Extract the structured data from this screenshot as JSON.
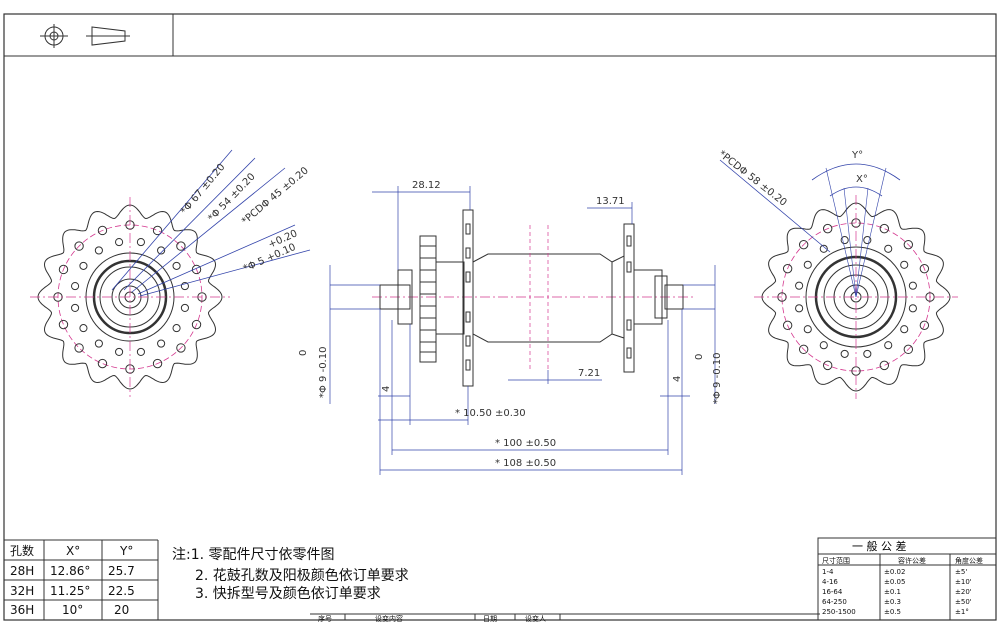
{
  "dimensions": {
    "left_view": [
      "*Φ 67 ±0.20",
      "*Φ 54 ±0.20",
      "*PCDΦ 45 ±0.20",
      "+0.20",
      "*Φ 5 +0.10"
    ],
    "right_view": [
      "*PCDΦ 58 ±0.20",
      "Y°",
      "X°"
    ],
    "front_view": {
      "top_left": "28.12",
      "top_right": "13.71",
      "mid": "7.21",
      "left_dia_top": "0",
      "left_dia": "*Φ 9 -0.10",
      "right_dia_top": "0",
      "right_dia": "*Φ 9 -0.10",
      "left_4": "4",
      "right_4": "4",
      "d1": "* 10.50 ±0.30",
      "d2": "* 100 ±0.50",
      "d3": "* 108 ±0.50"
    }
  },
  "spoke_table": {
    "headers": [
      "孔数",
      "X°",
      "Y°"
    ],
    "rows": [
      [
        "28H",
        "12.86°",
        "25.7"
      ],
      [
        "32H",
        "11.25°",
        "22.5"
      ],
      [
        "36H",
        "10°",
        "20"
      ]
    ]
  },
  "notes": [
    "注:1. 零配件尺寸依零件图",
    "2. 花鼓孔数及阳极颜色依订单要求",
    "3. 快拆型号及颜色依订单要求"
  ],
  "tolerance": {
    "title": "一  般  公  差",
    "headers": [
      "尺寸范围",
      "容许公差",
      "角度公差"
    ],
    "rows": [
      [
        "1-4",
        "±0.02",
        "±5'"
      ],
      [
        "4-16",
        "±0.05",
        "±10'"
      ],
      [
        "16-64",
        "±0.1",
        "±20'"
      ],
      [
        "64-250",
        "±0.3",
        "±50'"
      ],
      [
        "250-1500",
        "±0.5",
        "±1°"
      ]
    ]
  },
  "bottom_strip": [
    "序号",
    "设变内容",
    "日期",
    "设变人"
  ]
}
